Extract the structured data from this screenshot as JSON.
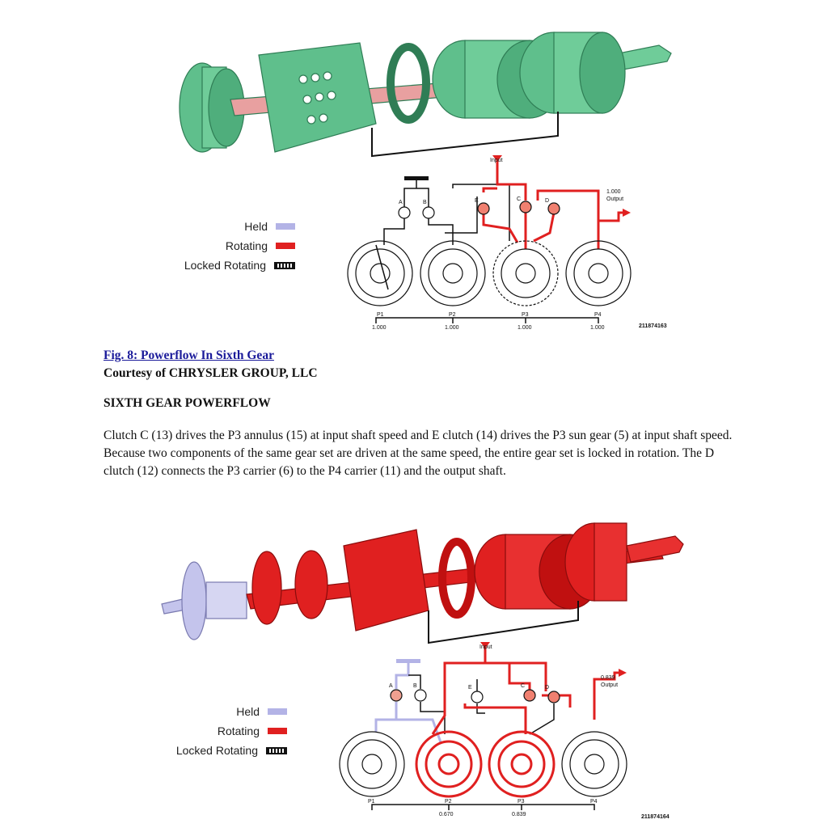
{
  "colors": {
    "held": "#b3b3e6",
    "rotating": "#e02020",
    "locked_rotating": "#111111",
    "green_part": "#5fbf8c",
    "link": "#1a1a9a"
  },
  "legend": {
    "held": "Held",
    "rotating": "Rotating",
    "locked_rotating": "Locked Rotating"
  },
  "figure1": {
    "input_label": "Input",
    "output_value": "1.000",
    "output_label": "Output",
    "clutches": [
      "A",
      "B",
      "C",
      "D",
      "E"
    ],
    "planets": [
      {
        "name": "P1",
        "ratio": "1.000"
      },
      {
        "name": "P2",
        "ratio": "1.000"
      },
      {
        "name": "P3",
        "ratio": "1.000"
      },
      {
        "name": "P4",
        "ratio": "1.000"
      }
    ],
    "figure_id": "211874163"
  },
  "caption": {
    "link_text": "Fig. 8: Powerflow In Sixth Gear",
    "courtesy": "Courtesy of CHRYSLER GROUP, LLC"
  },
  "section": {
    "heading": "SIXTH GEAR POWERFLOW",
    "paragraph": "Clutch C (13) drives the P3 annulus (15) at input shaft speed and E clutch (14) drives the P3 sun gear (5) at input shaft speed. Because two components of the same gear set are driven at the same speed, the entire gear set is locked in rotation. The D clutch (12) connects the P3 carrier (6) to the P4 carrier (11) and the output shaft."
  },
  "figure2": {
    "input_label": "Input",
    "output_value": "0.839",
    "output_label": "Output",
    "clutches": [
      "A",
      "B",
      "C",
      "D",
      "E"
    ],
    "planets": [
      {
        "name": "P1",
        "ratio": ""
      },
      {
        "name": "P2",
        "ratio": "0.670"
      },
      {
        "name": "P3",
        "ratio": "0.839"
      },
      {
        "name": "P4",
        "ratio": ""
      }
    ],
    "figure_id": "211874164"
  }
}
